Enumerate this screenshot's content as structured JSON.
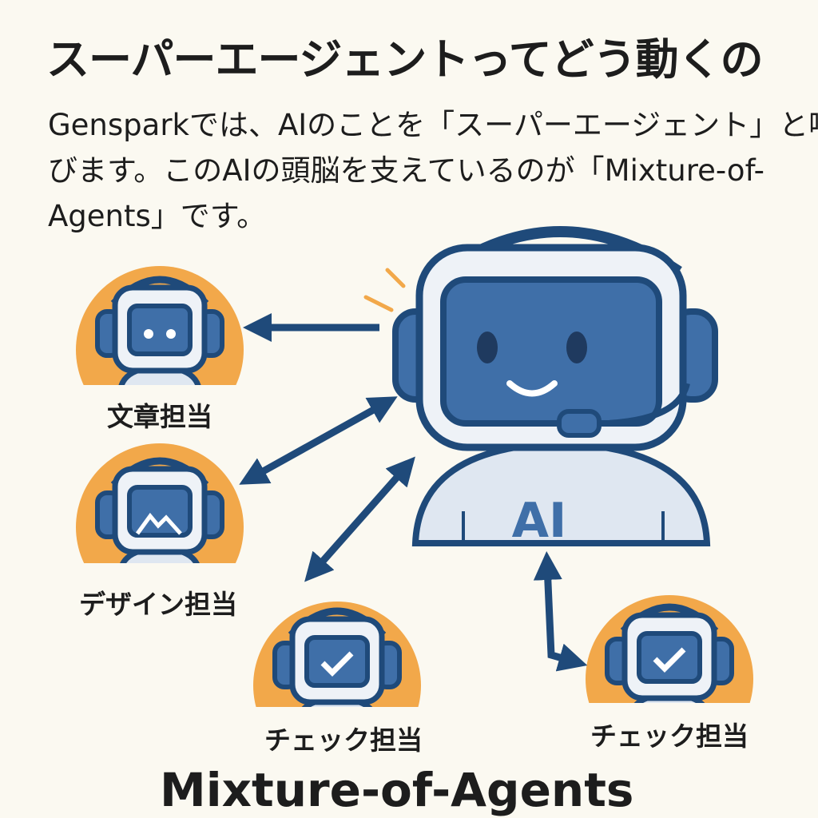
{
  "title": "スーパーエージェントってどう動くの",
  "paragraph": [
    "Gensparkでは、AIのことを「スーパーエージェント」と呼",
    "びます。このAIの頭脳を支えているのが「Mixture-of-",
    "Agents」です。"
  ],
  "main_agent": {
    "label": "AI"
  },
  "agents": [
    {
      "label": "文章担当",
      "icon": "face-icon"
    },
    {
      "label": "デザイン担当",
      "icon": "image-icon"
    },
    {
      "label": "チェック担当",
      "icon": "check-icon"
    },
    {
      "label": "チェック担当",
      "icon": "check-icon"
    }
  ],
  "footer": "Mixture-of-Agents",
  "colors": {
    "navy": "#1f4a7a",
    "blue": "#3f6fa8",
    "orange": "#f2a84a",
    "light": "#dfe7f1",
    "background": "#fbf9f1"
  }
}
